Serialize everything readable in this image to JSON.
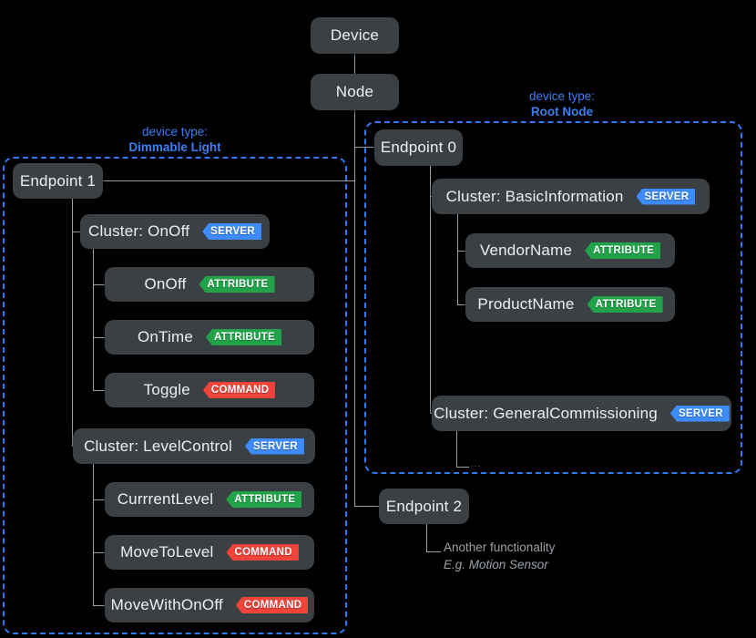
{
  "diagram": {
    "title_nodes": {
      "device": "Device",
      "node": "Node"
    },
    "device_types": {
      "dimmable": {
        "prefix": "device type:",
        "name": "Dimmable Light"
      },
      "root": {
        "prefix": "device type:",
        "name": "Root Node"
      }
    },
    "badges": {
      "server": "SERVER",
      "attribute": "ATTRIBUTE",
      "command": "COMMAND"
    },
    "colors": {
      "box": "#3b4044",
      "background": "#000000",
      "connector": "#9aa0a6",
      "dashed_border": "#2f7bf6",
      "device_type_text": "#3b7ef5",
      "server": "#3d8bfd",
      "attribute": "#22a34a",
      "command": "#f0433a",
      "note_text": "#9aa0a6"
    },
    "endpoints": {
      "ep0": "Endpoint 0",
      "ep1": "Endpoint 1",
      "ep2": "Endpoint 2"
    },
    "left_branch": {
      "clusters": [
        {
          "label": "Cluster: OnOff",
          "badge": "SERVER",
          "children": [
            {
              "label": "OnOff",
              "badge": "ATTRIBUTE"
            },
            {
              "label": "OnTime",
              "badge": "ATTRIBUTE"
            },
            {
              "label": "Toggle",
              "badge": "COMMAND"
            }
          ]
        },
        {
          "label": "Cluster: LevelControl",
          "badge": "SERVER",
          "children": [
            {
              "label": "CurrrentLevel",
              "badge": "ATTRIBUTE"
            },
            {
              "label": "MoveToLevel",
              "badge": "COMMAND"
            },
            {
              "label": "MoveWithOnOff",
              "badge": "COMMAND"
            }
          ]
        }
      ]
    },
    "right_branch": {
      "clusters": [
        {
          "label": "Cluster: BasicInformation",
          "badge": "SERVER",
          "children": [
            {
              "label": "VendorName",
              "badge": "ATTRIBUTE"
            },
            {
              "label": "ProductName",
              "badge": "ATTRIBUTE"
            }
          ]
        },
        {
          "label": "Cluster: GeneralCommissioning",
          "badge": "SERVER",
          "children": [],
          "ellipsis": "..."
        }
      ]
    },
    "endpoint2_note": {
      "line1": "Another functionality",
      "line2": "E.g. Motion Sensor"
    }
  }
}
